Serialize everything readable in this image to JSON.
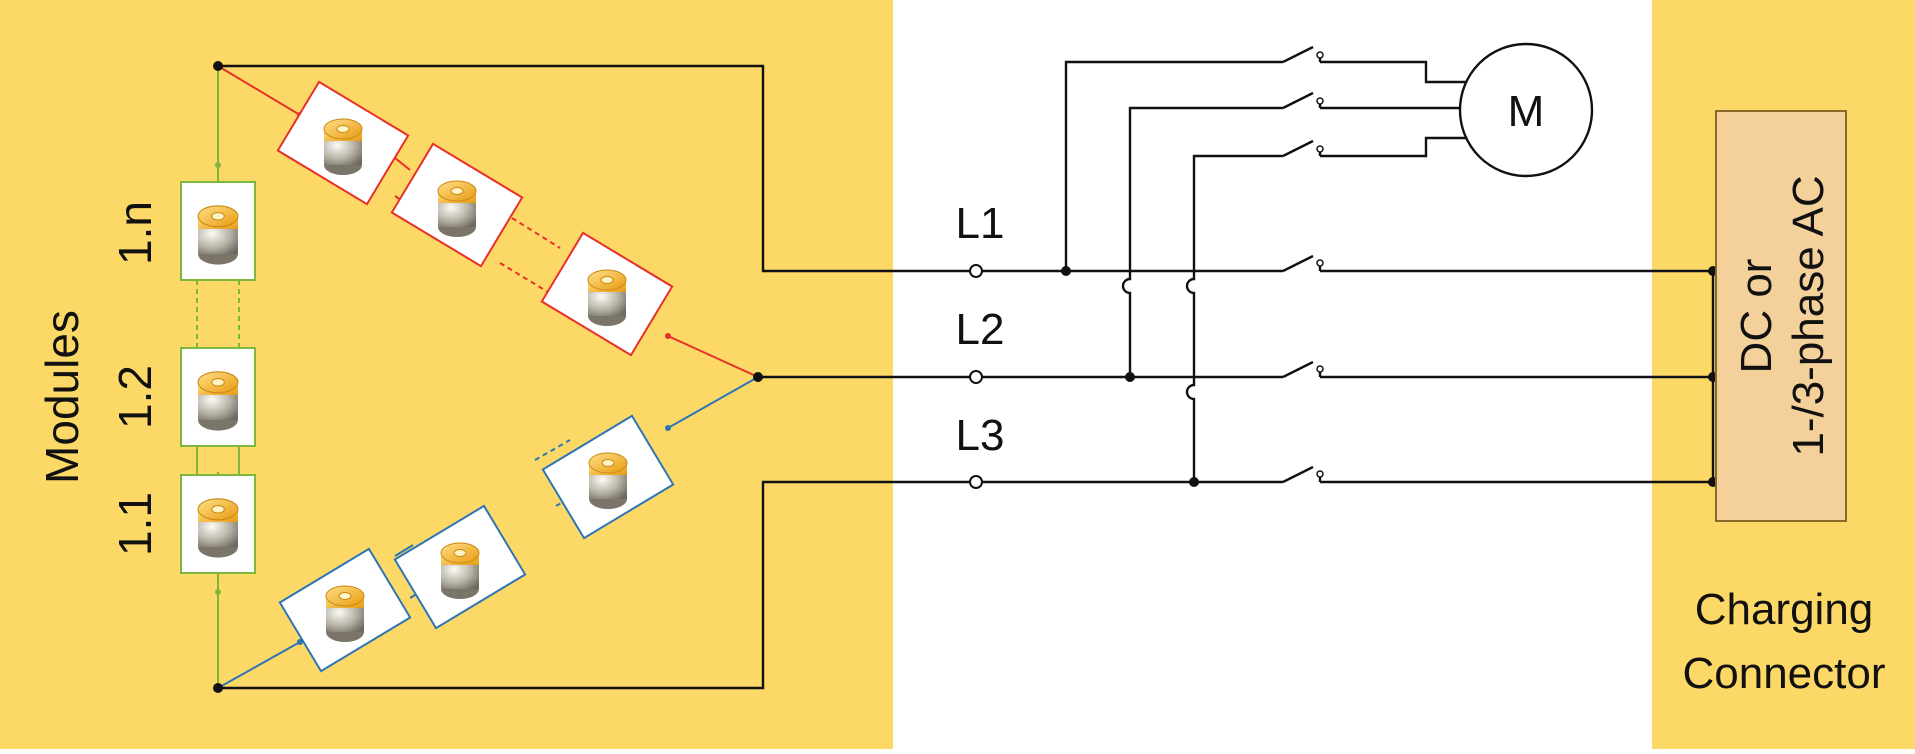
{
  "colors": {
    "panel": "#FCD966",
    "charger_box": "#F4D19B",
    "string_green": "#7DB83D",
    "string_red": "#E8302A",
    "string_blue": "#2E75B6",
    "wire": "#111111"
  },
  "labels": {
    "modules": "Modules",
    "module_1_1": "1.1",
    "module_1_2": "1.2",
    "module_1_n": "1.n",
    "phase_L1": "L1",
    "phase_L2": "L2",
    "phase_L3": "L3",
    "motor": "M",
    "charger_line1": "DC or",
    "charger_line2": "1-/3-phase AC",
    "connector_line1": "Charging",
    "connector_line2": "Connector"
  },
  "icons": {
    "battery": "battery-icon",
    "switch": "switch-icon",
    "motor": "motor-icon",
    "terminal": "terminal-icon",
    "junction": "junction-dot-icon"
  }
}
